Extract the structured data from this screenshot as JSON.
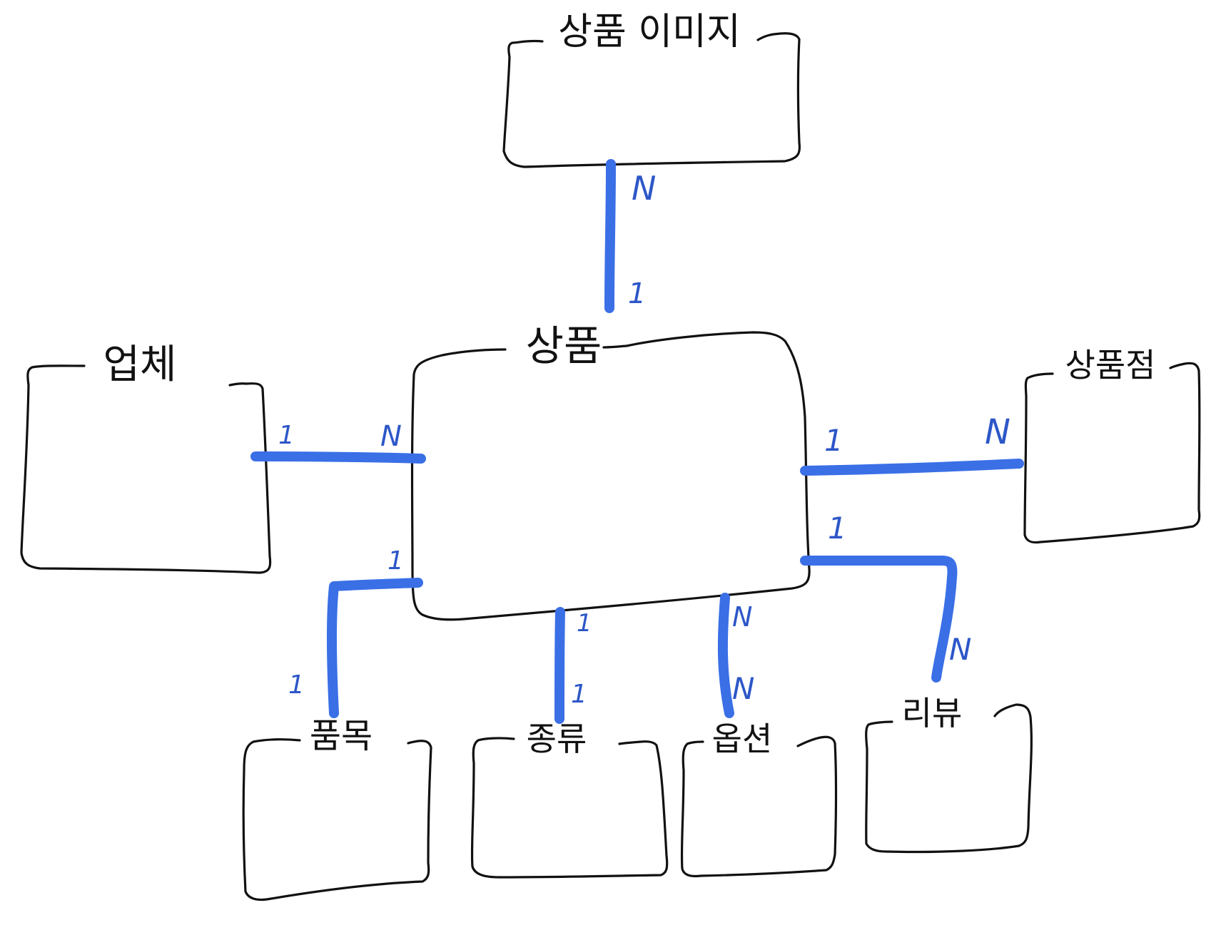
{
  "colors": {
    "ink": "#111111",
    "relation": "#3a6fe6",
    "cardinality": "#2d57c8",
    "background": "#ffffff"
  },
  "entities": [
    {
      "id": "product_image",
      "label": "상품 이미지"
    },
    {
      "id": "vendor",
      "label": "업체"
    },
    {
      "id": "product",
      "label": "상품"
    },
    {
      "id": "rating",
      "label": "상품점"
    },
    {
      "id": "item",
      "label": "품목"
    },
    {
      "id": "kind",
      "label": "종류"
    },
    {
      "id": "option",
      "label": "옵션"
    },
    {
      "id": "review",
      "label": "리뷰"
    }
  ],
  "relationships": [
    {
      "id": "product_image_product",
      "from": "product_image",
      "to": "product",
      "from_card": "N",
      "to_card": "1"
    },
    {
      "id": "vendor_product",
      "from": "vendor",
      "to": "product",
      "from_card": "1",
      "to_card": "N"
    },
    {
      "id": "product_rating",
      "from": "product",
      "to": "rating",
      "from_card": "1",
      "to_card": "N"
    },
    {
      "id": "product_review",
      "from": "product",
      "to": "review",
      "from_card": "1",
      "to_card": "N"
    },
    {
      "id": "product_item",
      "from": "product",
      "to": "item",
      "from_card": "1",
      "to_card": "1"
    },
    {
      "id": "product_kind",
      "from": "product",
      "to": "kind",
      "from_card": "1",
      "to_card": "1"
    },
    {
      "id": "product_option",
      "from": "product",
      "to": "option",
      "from_card": "N",
      "to_card": "N"
    }
  ]
}
